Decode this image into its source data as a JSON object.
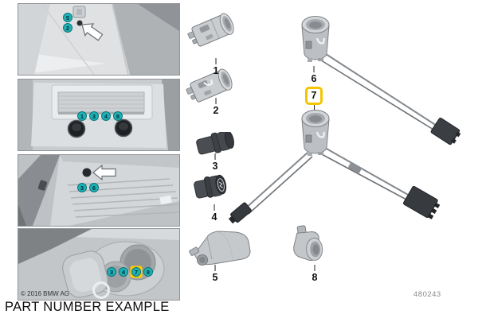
{
  "colors": {
    "badge_teal": "#1cb3b6",
    "highlight_yellow": "#ffcc00"
  },
  "footer": {
    "caption": "PART NUMBER EXAMPLE",
    "copyright": "© 2016 BMW AG",
    "diagram_number": "480243"
  },
  "highlighted_part": "7",
  "panels": [
    {
      "callouts": [
        "5",
        "2"
      ]
    },
    {
      "callouts": [
        "1",
        "3",
        "4",
        "8"
      ]
    },
    {
      "callouts": [
        "3",
        "6"
      ]
    },
    {
      "callouts": [
        "3",
        "4",
        "7",
        "8"
      ]
    }
  ],
  "parts": [
    {
      "label": "1"
    },
    {
      "label": "2"
    },
    {
      "label": "3"
    },
    {
      "label": "4"
    },
    {
      "label": "5"
    },
    {
      "label": "6"
    },
    {
      "label": "7"
    },
    {
      "label": "8"
    }
  ]
}
